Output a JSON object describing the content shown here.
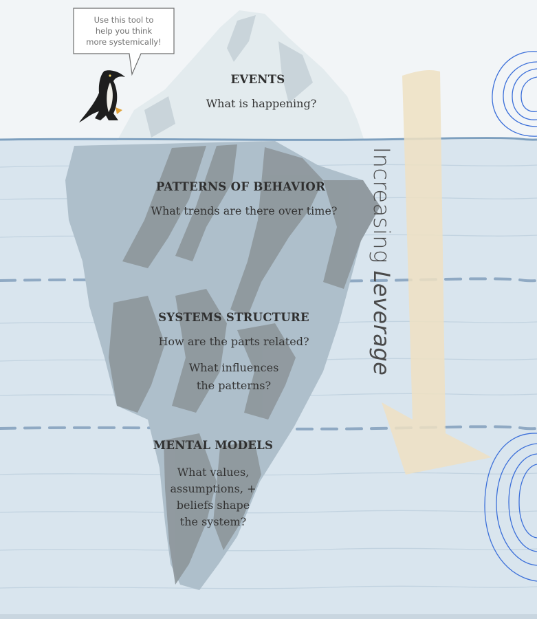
{
  "speech_bubble": {
    "lines": [
      "Use this tool to",
      "help you think",
      "more systemically!"
    ]
  },
  "levels": [
    {
      "title": "EVENTS",
      "questions": [
        "What is happening?"
      ]
    },
    {
      "title": "PATTERNS OF BEHAVIOR",
      "questions": [
        "What trends are there over time?"
      ]
    },
    {
      "title": "SYSTEMS STRUCTURE",
      "questions": [
        "How are the parts related?",
        "What influences",
        "the patterns?"
      ]
    },
    {
      "title": "MENTAL MODELS",
      "questions": [
        "What values,",
        "assumptions, +",
        "beliefs shape",
        "the system?"
      ]
    }
  ],
  "arrow_label": {
    "word1": "Increasing",
    "word2": "Leverage"
  },
  "colors": {
    "water": "#d7e4ee",
    "water_line": "#b5c9d9",
    "waterline": "#7d9fbe",
    "dash": "#8fa9c3",
    "ice_light": "#e3ebee",
    "ice_mid": "#a7b9c5",
    "ice_dark": "#8c9499",
    "arrow": "#efe1c2",
    "scribble": "#3b6fd9"
  },
  "icons": [
    "penguin-icon",
    "speech-bubble-icon",
    "scribble-mark-icon"
  ]
}
